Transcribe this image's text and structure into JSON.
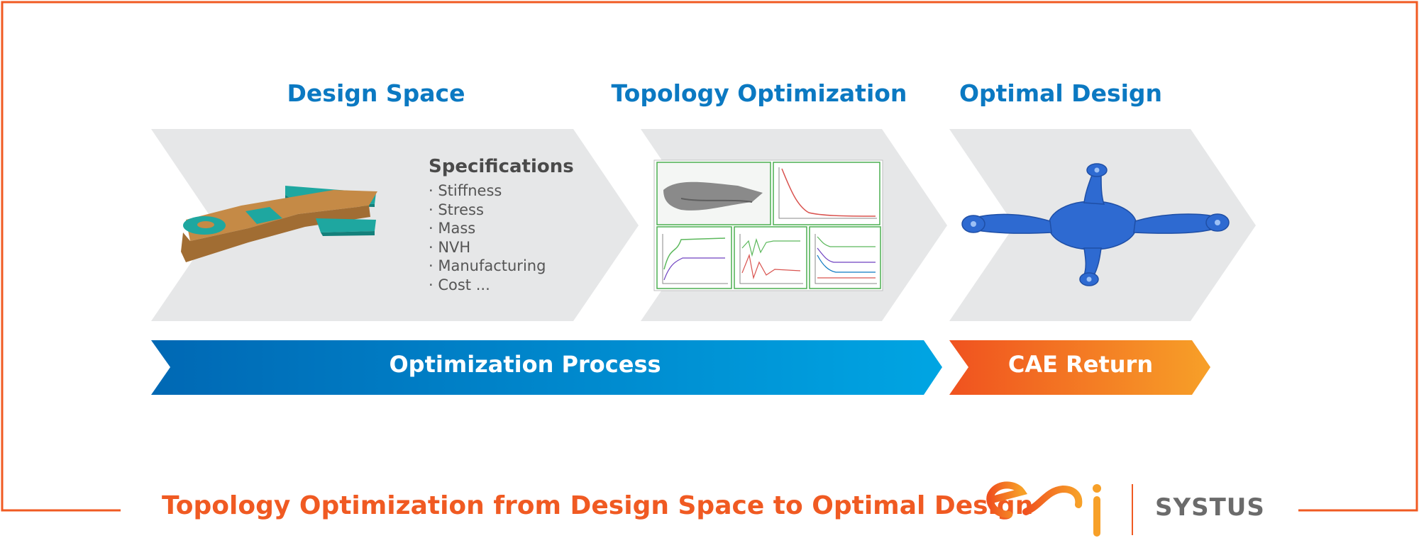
{
  "stages": {
    "design_space": "Design Space",
    "topology_optimization": "Topology Optimization",
    "optimal_design": "Optimal Design"
  },
  "specifications": {
    "title": "Specifications",
    "items": [
      "· Stiffness",
      "· Stress",
      "· Mass",
      "· NVH",
      "· Manufacturing",
      "· Cost ..."
    ]
  },
  "process_bars": {
    "optimization": "Optimization Process",
    "cae_return": "CAE Return"
  },
  "caption": "Topology Optimization from Design Space to Optimal Design",
  "brand": {
    "logo_name": "esi-logo",
    "product": "SYSTUS"
  },
  "colors": {
    "accent_blue": "#0b79c2",
    "accent_orange": "#f05a22",
    "chevron_gray": "#e6e7e8",
    "frame_orange": "#f05a22"
  }
}
